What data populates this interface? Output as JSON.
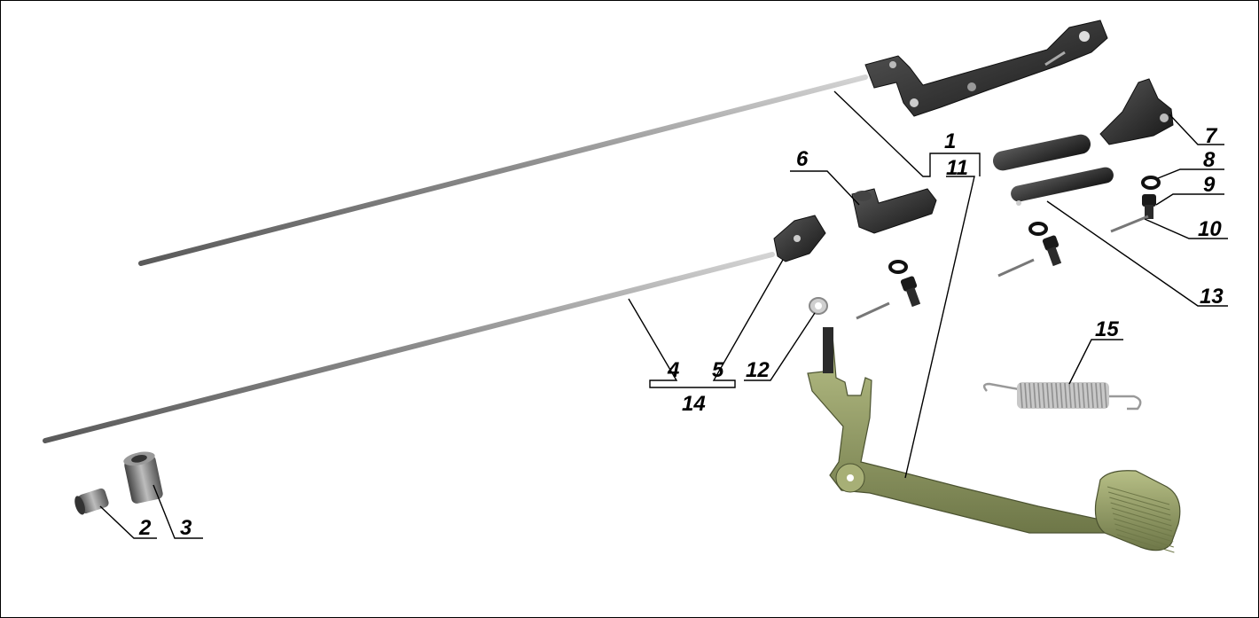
{
  "diagram": {
    "callouts": {
      "c1": "1",
      "c2": "2",
      "c3": "3",
      "c4": "4",
      "c5": "5",
      "c6": "6",
      "c7": "7",
      "c8": "8",
      "c9": "9",
      "c10": "10",
      "c11": "11",
      "c12": "12",
      "c13": "13",
      "c14": "14",
      "c15": "15"
    }
  },
  "colors": {
    "rod": "#9a9a9a",
    "dark_part": "#2a2a2a",
    "pedal": "#8c9560",
    "spring": "#b8b8b8"
  }
}
